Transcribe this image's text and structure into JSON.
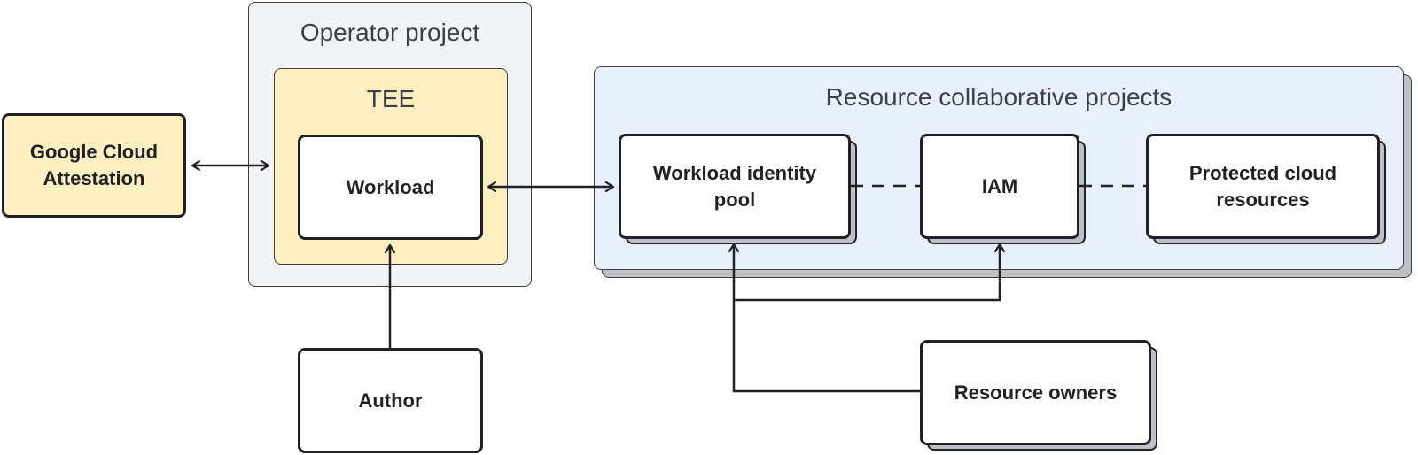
{
  "colors": {
    "operator_bg": "#f1f3f4",
    "tee_bg": "#feefc3",
    "attestation_bg": "#feefc3",
    "resource_bg": "#e8f0fe",
    "stroke": "#202124",
    "shadow": "#bdc1c6"
  },
  "groups": {
    "operator_project": "Operator project",
    "tee": "TEE",
    "resource_projects": "Resource collaborative projects"
  },
  "nodes": {
    "attestation": "Google Cloud Attestation",
    "workload": "Workload",
    "author": "Author",
    "identity_pool": "Workload identity pool",
    "iam": "IAM",
    "protected_resources": "Protected cloud resources",
    "resource_owners": "Resource owners"
  }
}
